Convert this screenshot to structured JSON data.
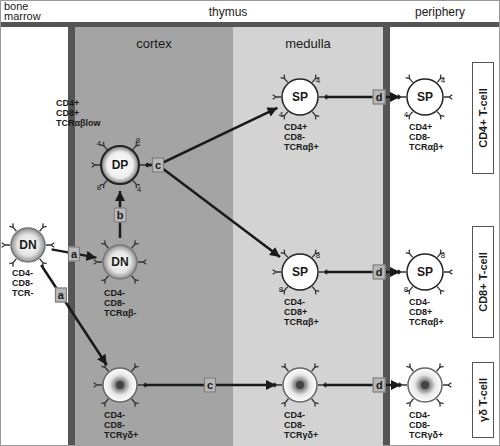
{
  "diagram": {
    "nodes": [
      {
        "text": [
          "cortex"
        ]
      },
      {
        "text": [
          "medulla"
        ]
      },
      {
        "text": [
          "DN",
          "CD4- CD8- TCR-"
        ]
      },
      {
        "text": [
          "DP",
          "CD4+ CD8+ TCRαβlow"
        ],
        "in": 0
      },
      {
        "text": [
          "DN",
          "CD4- CD8- TCRαβ-"
        ],
        "in": 0
      },
      {
        "text": [
          "CD4- CD8- TCRγδ+"
        ],
        "in": 0
      },
      {
        "text": [
          "SP",
          "CD4+ CD8- TCRαβ+"
        ],
        "in": 1
      },
      {
        "text": [
          "SP",
          "CD4- CD8+ TCRαβ+"
        ],
        "in": 1
      },
      {
        "text": [
          "CD4- CD8- TCRγδ+"
        ],
        "in": 1
      },
      {
        "text": [
          "SP",
          "CD4+ CD8- TCRαβ+"
        ]
      },
      {
        "text": [
          "SP",
          "CD4- CD8+ TCRαβ+"
        ]
      },
      {
        "text": [
          "CD4- CD8- TCRγδ+"
        ]
      },
      {
        "text": [
          "CD4+ T-cell"
        ]
      },
      {
        "text": [
          "CD8+ T-cell"
        ]
      },
      {
        "text": [
          "γδ T-cell"
        ]
      }
    ],
    "edges": [
      {
        "from": 2,
        "to": 4,
        "label": "a",
        "arrow": "to"
      },
      {
        "from": 2,
        "to": 5,
        "label": "a",
        "arrow": "to"
      },
      {
        "from": 4,
        "to": 3,
        "label": "b",
        "arrow": "to"
      },
      {
        "from": 3,
        "to": 6,
        "label": "c",
        "arrow": "to"
      },
      {
        "from": 3,
        "to": 7,
        "label": "c",
        "arrow": "to"
      },
      {
        "from": 5,
        "to": 8,
        "label": "c",
        "arrow": "to"
      },
      {
        "from": 6,
        "to": 9,
        "label": "d",
        "arrow": "to"
      },
      {
        "from": 7,
        "to": 10,
        "label": "d",
        "arrow": "to"
      },
      {
        "from": 8,
        "to": 11,
        "label": "d",
        "arrow": "to"
      }
    ],
    "labels": [
      "bone marrow",
      "thymus",
      "periphery",
      "8",
      "4",
      "8",
      "4",
      "4",
      "4",
      "8",
      "8",
      "4",
      "4",
      "8",
      "8"
    ]
  }
}
